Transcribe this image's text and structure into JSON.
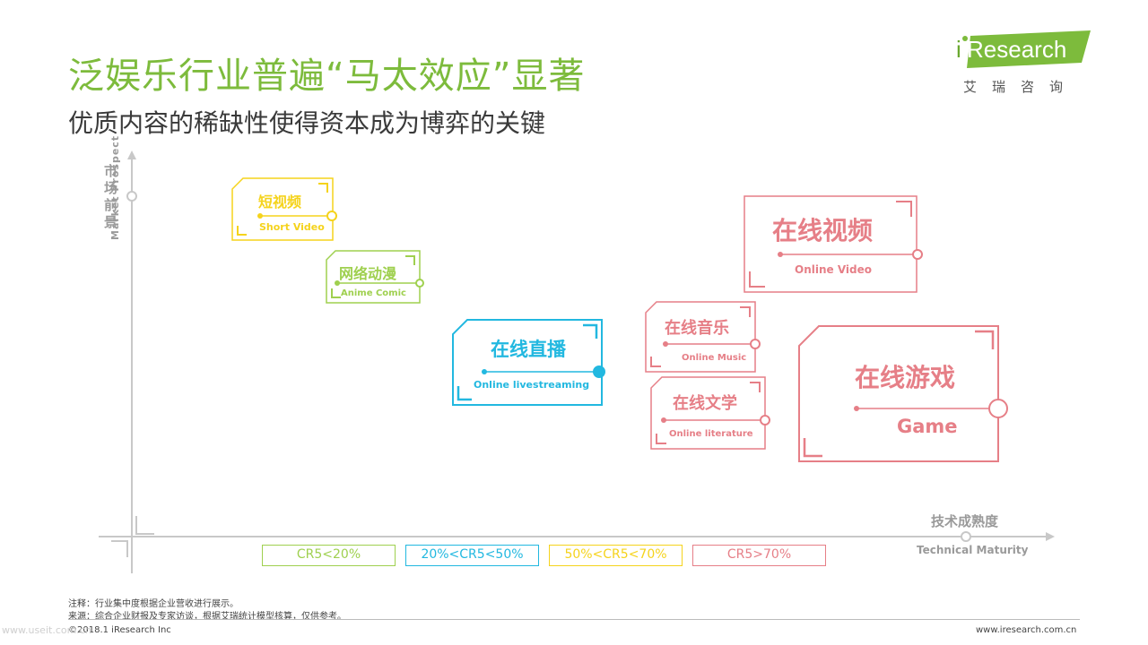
{
  "header": {
    "title": "泛娱乐行业普遍“马太效应”显著",
    "subtitle": "优质内容的稀缺性使得资本成为博弈的关键"
  },
  "logo": {
    "brand": "Research",
    "brand_prefix": "i",
    "cn": "艾瑞咨询",
    "color": "#7dbb3c"
  },
  "axes": {
    "y_label_cn": "市场前景",
    "y_label_en": "Market Prospect",
    "x_label_cn": "技术成熟度",
    "x_label_en": "Technical Maturity"
  },
  "legend": [
    {
      "label": "CR5<20%",
      "color": "#9fd04f"
    },
    {
      "label": "20%<CR5<50%",
      "color": "#22b8e0"
    },
    {
      "label": "50%<CR5<70%",
      "color": "#f5d31c"
    },
    {
      "label": "CR5>70%",
      "color": "#e67f87"
    }
  ],
  "cards": [
    {
      "cn": "短视频",
      "en": "Short Video",
      "color": "#f5d31c"
    },
    {
      "cn": "网络动漫",
      "en": "Anime Comic",
      "color": "#9fd04f"
    },
    {
      "cn": "在线直播",
      "en": "Online livestreaming",
      "color": "#22b8e0"
    },
    {
      "cn": "在线视频",
      "en": "Online Video",
      "color": "#e67f87"
    },
    {
      "cn": "在线音乐",
      "en": "Online Music",
      "color": "#e67f87"
    },
    {
      "cn": "在线文学",
      "en": "Online literature",
      "color": "#e67f87"
    },
    {
      "cn": "在线游戏",
      "en": "Game",
      "color": "#e67f87"
    }
  ],
  "footer": {
    "note": "注释：行业集中度根据企业营收进行展示。",
    "source": "来源：综合企业财报及专家访谈，根据艾瑞统计模型核算，仅供参考。",
    "copyright": "©2018.1 iResearch Inc",
    "website": "www.iresearch.com.cn",
    "watermark": "www.useit.com.cn"
  }
}
